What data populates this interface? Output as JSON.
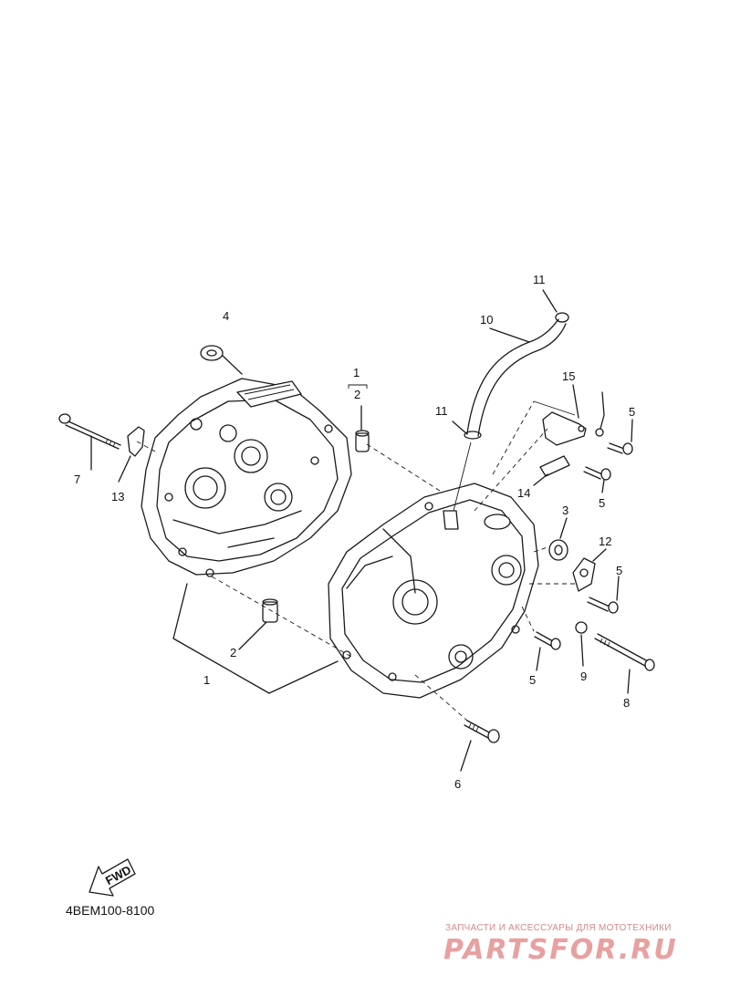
{
  "diagram_code": "4BEM100-8100",
  "fwd_label": "FWD",
  "watermark": {
    "tagline": "ЗАПЧАСТИ И АКСЕССУАРЫ ДЛЯ МОТОТЕХНИКИ",
    "brand": "PARTSFOR.RU"
  },
  "callouts": {
    "c1a": "1",
    "c2a": "2",
    "c1b": "1",
    "c2b": "2",
    "c3": "3",
    "c4": "4",
    "c5a": "5",
    "c5b": "5",
    "c5c": "5",
    "c5d": "5",
    "c6": "6",
    "c7": "7",
    "c8": "8",
    "c9": "9",
    "c10": "10",
    "c11a": "11",
    "c11b": "11",
    "c12": "12",
    "c13": "13",
    "c14": "14",
    "c15": "15"
  }
}
